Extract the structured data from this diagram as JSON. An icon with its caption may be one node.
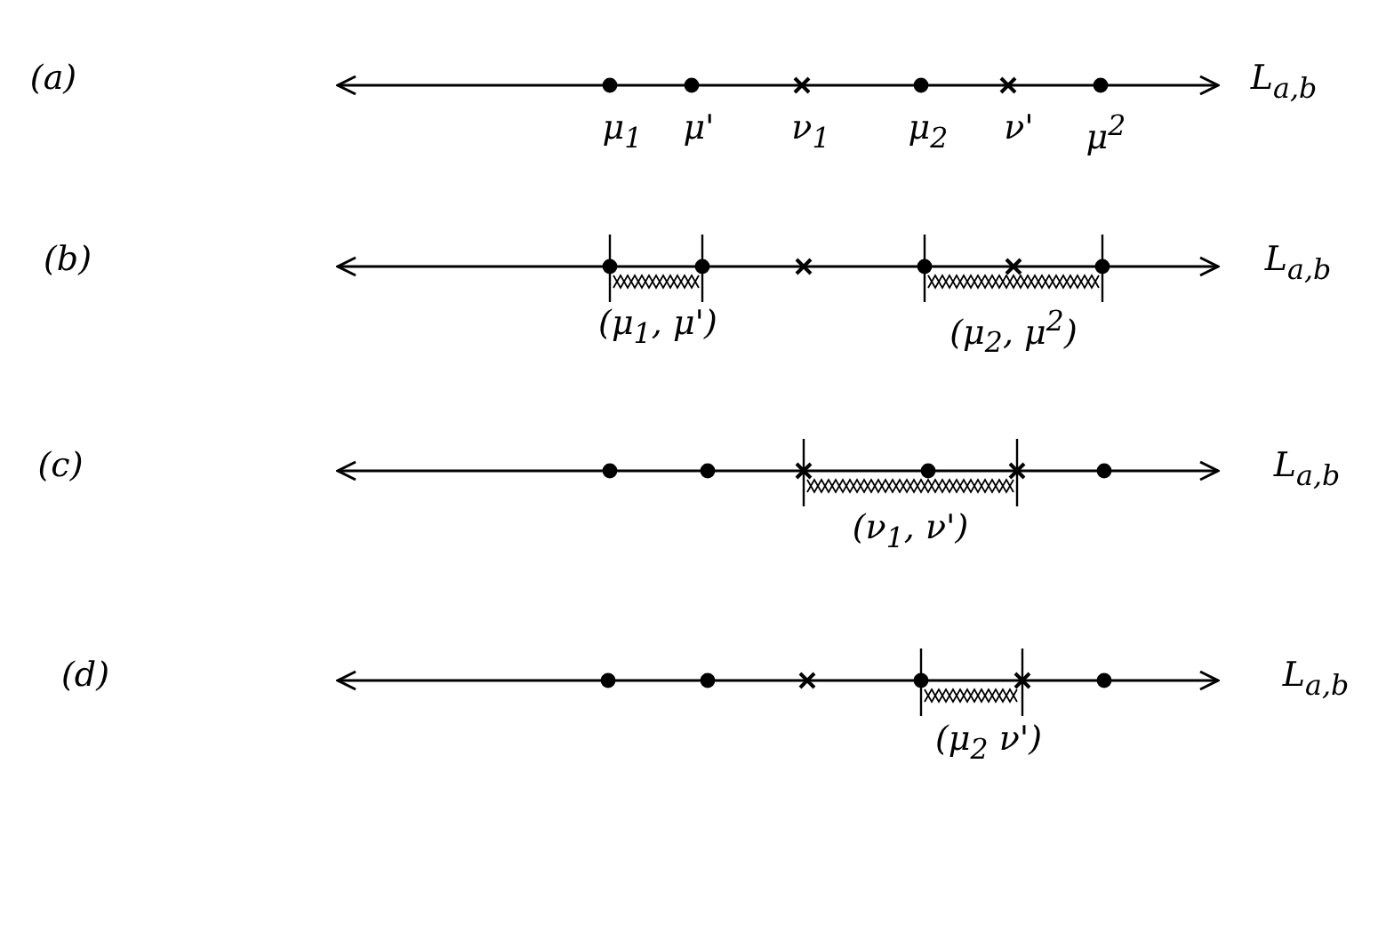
{
  "diagram": {
    "labels": [
      "(a)",
      "L$_{a,b}$",
      "μ$_{1}$",
      "μ'",
      "ν$_{1}$",
      "μ$_{2}$",
      "ν'",
      "μ$^{2}$",
      "(b)",
      "L$_{a,b}$",
      "(μ$_{1}$, μ')",
      "(μ$_{2}$, μ$^{2}$)",
      "(c)",
      "L$_{a,b}$",
      "(ν$_{1}$, ν')",
      "(d)",
      "L$_{a,b}$",
      "(μ$_{2}$ ν')"
    ]
  }
}
